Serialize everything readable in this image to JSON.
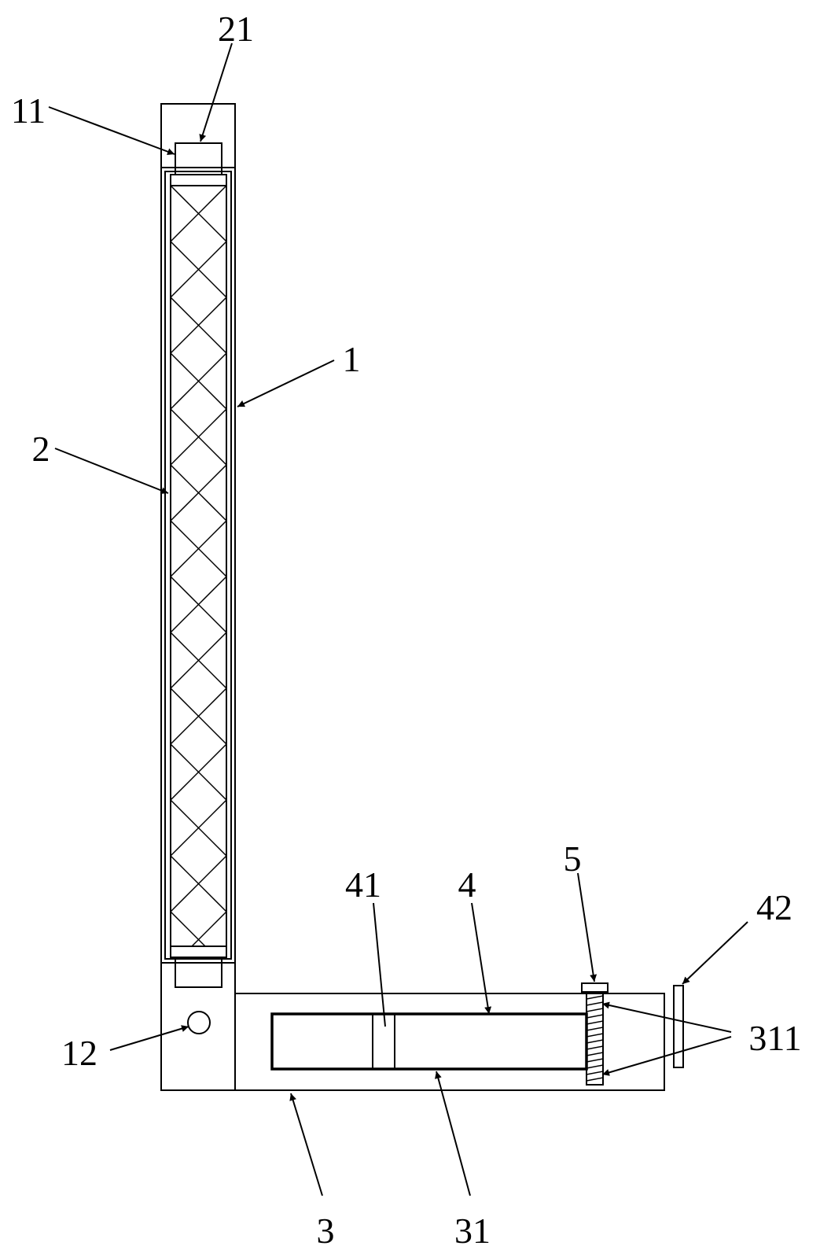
{
  "labels": {
    "l21": "21",
    "l11": "11",
    "l1": "1",
    "l2": "2",
    "l12": "12",
    "l41": "41",
    "l4": "4",
    "l5": "5",
    "l42": "42",
    "l311": "311",
    "l3": "3",
    "l31": "31"
  }
}
